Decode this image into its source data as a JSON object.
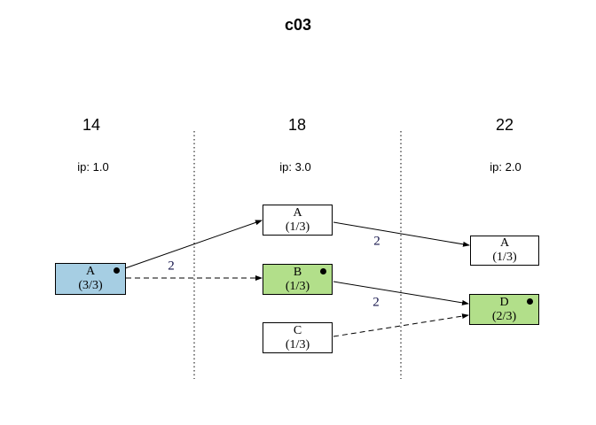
{
  "title": "c03",
  "columns": [
    {
      "time": "14",
      "ip": "ip: 1.0"
    },
    {
      "time": "18",
      "ip": "ip: 3.0"
    },
    {
      "time": "22",
      "ip": "ip: 2.0"
    }
  ],
  "nodes": [
    {
      "id": "A14",
      "label": "A",
      "fraction": "(3/3)",
      "fill": "#A6CEE3",
      "dot": true
    },
    {
      "id": "A18",
      "label": "A",
      "fraction": "(1/3)",
      "fill": "#FFFFFF",
      "dot": false
    },
    {
      "id": "B18",
      "label": "B",
      "fraction": "(1/3)",
      "fill": "#B2DF8A",
      "dot": true
    },
    {
      "id": "C18",
      "label": "C",
      "fraction": "(1/3)",
      "fill": "#FFFFFF",
      "dot": false
    },
    {
      "id": "A22",
      "label": "A",
      "fraction": "(1/3)",
      "fill": "#FFFFFF",
      "dot": false
    },
    {
      "id": "D22",
      "label": "D",
      "fraction": "(2/3)",
      "fill": "#B2DF8A",
      "dot": true
    }
  ],
  "edges": [
    {
      "from": "A14",
      "to": "A18",
      "style": "solid",
      "label": "2"
    },
    {
      "from": "A14",
      "to": "B18",
      "style": "dashed",
      "label": ""
    },
    {
      "from": "A18",
      "to": "A22",
      "style": "solid",
      "label": "2"
    },
    {
      "from": "B18",
      "to": "D22",
      "style": "solid",
      "label": "2"
    },
    {
      "from": "C18",
      "to": "D22",
      "style": "dashed",
      "label": ""
    }
  ],
  "colors": {
    "node_blue": "#A6CEE3",
    "node_green": "#B2DF8A",
    "edge": "#000000",
    "edge_label": "#15154B"
  }
}
